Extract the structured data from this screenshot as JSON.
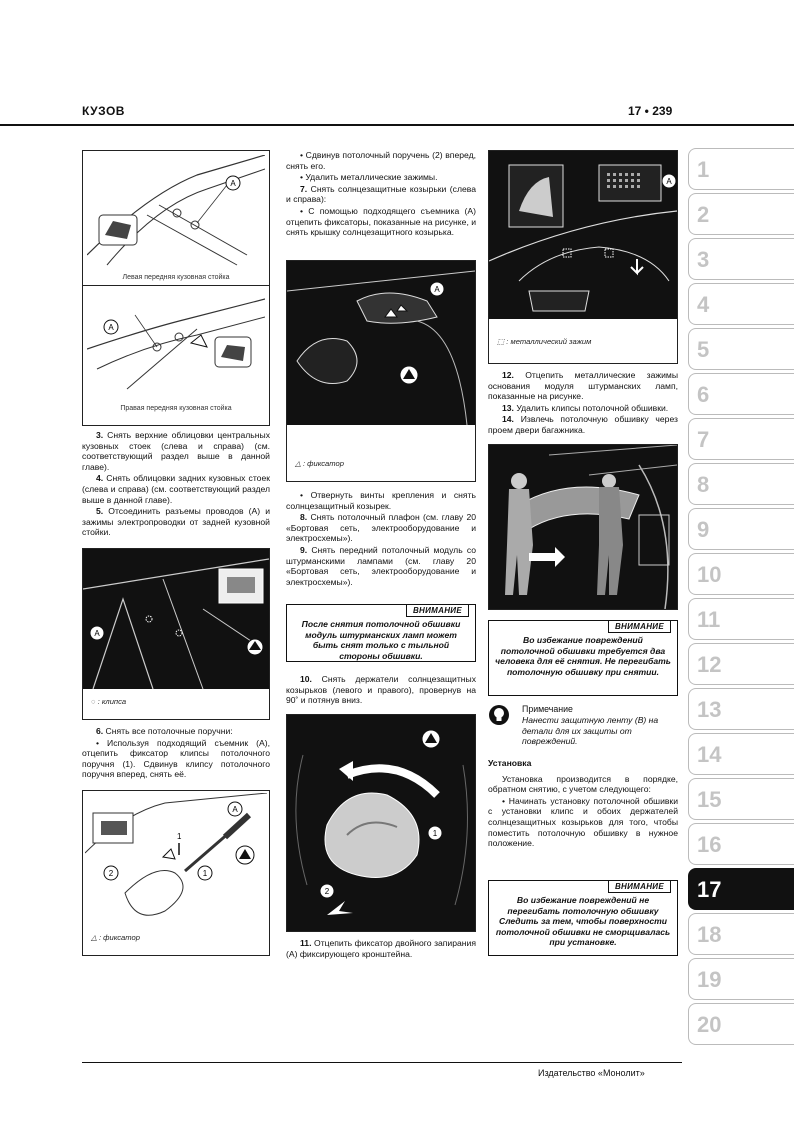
{
  "header": {
    "section": "КУЗОВ",
    "page": "17 • 239"
  },
  "col1": {
    "fig1_caption_top": "Левая передняя кузовная стойка",
    "fig1_caption_bottom": "Правая передняя кузовная стойка",
    "step3": "3.",
    "step3_text": " Снять верхние облицовки центральных кузовных стоек (слева и справа) (см. соответствующий раздел выше в данной главе).",
    "step4": "4.",
    "step4_text": " Снять облицовки задних кузовных стоек (слева и справа) (см. соответствующий раздел выше в данной главе).",
    "step5": "5.",
    "step5_text": " Отсоединить разъемы проводов (A) и зажимы электропроводки от задней кузовной стойки.",
    "fig2_legend": "◌ : клипса",
    "step6": "6.",
    "step6_text": " Снять все потолочные поручни:",
    "step6_bullet": "• Используя подходящий съемник (A), отцепить фиксатор клипсы потолочного поручня (1). Сдвинув клипсу потолочного поручня вперед, снять её.",
    "fig3_legend": "△ : фиксатор"
  },
  "col2": {
    "bullet1": "• Сдвинув потолочный поручень (2) вперед, снять его.",
    "bullet2": "• Удалить металлические зажимы.",
    "step7": "7.",
    "step7_text": " Снять солнцезащитные козырьки (слева и справа):",
    "step7_bullet": "• С помощью подходящего съемника (A) отцепить фиксаторы, показанные на рисунке, и снять крышку солнцезащитного козырька.",
    "fig4_legend": "△ : фиксатор",
    "bullet3": "• Отвернуть винты крепления и снять солнцезащитный козырек.",
    "step8": "8.",
    "step8_text": " Снять потолочный плафон (см. главу 20 «Бортовая сеть, электрооборудование и электросхемы»).",
    "step9": "9.",
    "step9_text": " Снять передний потолочный модуль со штурманскими лампами (см. главу 20 «Бортовая сеть, электрооборудование и электросхемы»).",
    "warn_title": "ВНИМАНИЕ",
    "warn_text": "После снятия потолочной обшивки модуль штурманских ламп может быть снят только с тыльной стороны обшивки.",
    "step10": "10.",
    "step10_text": " Снять держатели солнцезащитных козырьков (левого и правого), провернув на 90˚ и потянув вниз.",
    "step11": "11.",
    "step11_text": " Отцепить фиксатор двойного запирания (A) фиксирующего кронштейна."
  },
  "col3": {
    "fig6_legend": "⬚ : металлический зажим",
    "step12": "12.",
    "step12_text": " Отцепить металлические зажимы основания модуля штурманских ламп, показанные на рисунке.",
    "step13": "13.",
    "step13_text": " Удалить клипсы потолочной обшивки.",
    "step14": "14.",
    "step14_text": " Извлечь потолочную обшивку через проем двери багажника.",
    "warn1_title": "ВНИМАНИЕ",
    "warn1_text": "Во избежание повреждений потолочной обшивки требуется два человека для её снятия. Не перегибать потолочную обшивку при снятии.",
    "note_title": "Примечание",
    "note_text": "Нанести защитную ленту (B) на детали для их защиты от повреждений.",
    "install_heading": "Установка",
    "install_text": "Установка производится в порядке, обратном снятию, с учетом следующего:",
    "install_bullet": "• Начинать установку потолочной обшивки с установки клипс и обоих держателей солнцезащитных козырьков для того, чтобы поместить потолочную обшивку в нужное положение.",
    "warn2_title": "ВНИМАНИЕ",
    "warn2_text": "Во избежание повреждений не перегибать потолочную обшивку Следить за тем, чтобы поверхности потолочной обшивки не сморщивалась при установке."
  },
  "tabs": [
    "1",
    "2",
    "3",
    "4",
    "5",
    "6",
    "7",
    "8",
    "9",
    "10",
    "11",
    "12",
    "13",
    "14",
    "15",
    "16",
    "17",
    "18",
    "19",
    "20"
  ],
  "active_tab": "17",
  "footer": "Издательство «Монолит»"
}
